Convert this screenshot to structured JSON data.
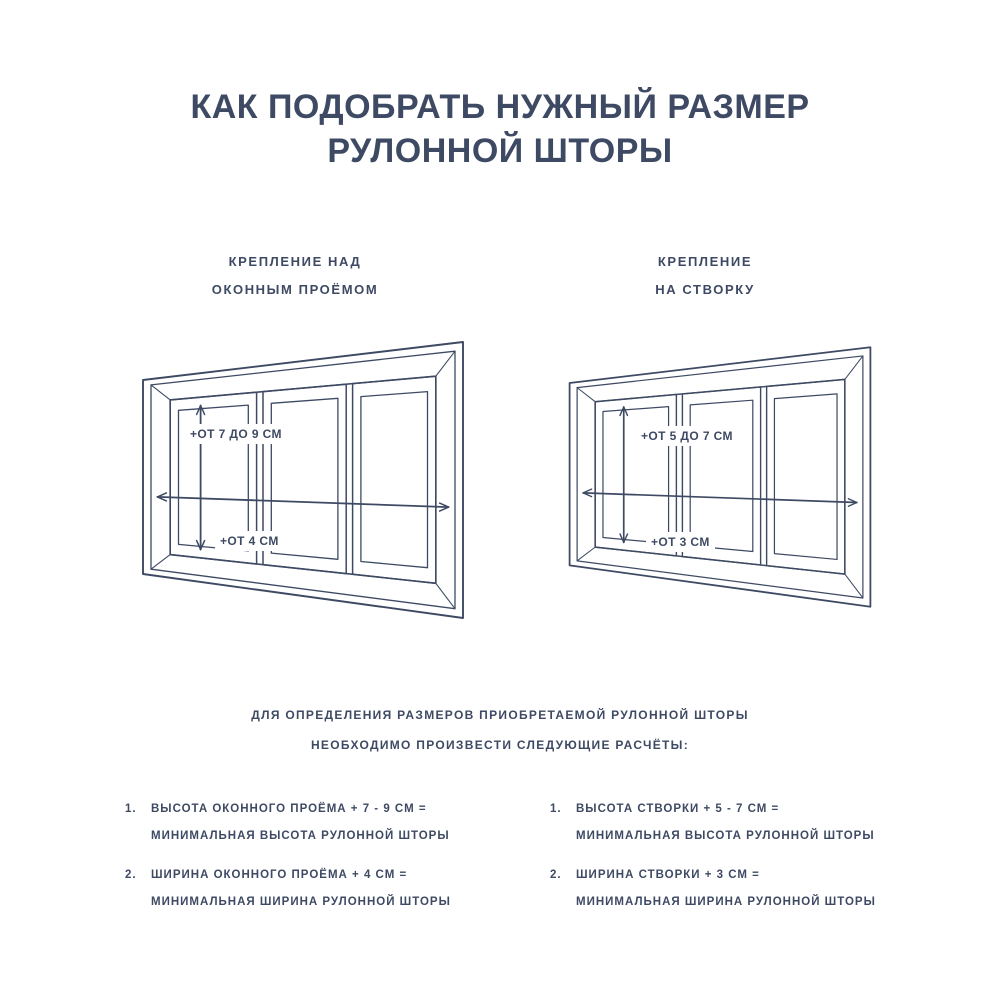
{
  "title": {
    "line1": "КАК ПОДОБРАТЬ НУЖНЫЙ РАЗМЕР",
    "line2": "РУЛОННОЙ ШТОРЫ"
  },
  "columns": {
    "left": {
      "heading_line1": "КРЕПЛЕНИЕ НАД",
      "heading_line2": "ОКОННЫМ ПРОЁМОМ",
      "height_label": "+ОТ 7 ДО 9 СМ",
      "width_label": "+ОТ 4 СМ"
    },
    "right": {
      "heading_line1": "КРЕПЛЕНИЕ",
      "heading_line2": "НА СТВОРКУ",
      "height_label": "+ОТ 5 ДО 7 СМ",
      "width_label": "+ОТ 3 СМ"
    }
  },
  "instructions": {
    "line1": "ДЛЯ ОПРЕДЕЛЕНИЯ РАЗМЕРОВ ПРИОБРЕТАЕМОЙ РУЛОННОЙ ШТОРЫ",
    "line2": "НЕОБХОДИМО ПРОИЗВЕСТИ СЛЕДУЮЩИЕ РАСЧЁТЫ:"
  },
  "calculations": {
    "left": [
      {
        "num": "1.",
        "line1": "ВЫСОТА ОКОННОГО ПРОЁМА + 7 - 9 СМ =",
        "line2": "МИНИМАЛЬНАЯ ВЫСОТА РУЛОННОЙ ШТОРЫ"
      },
      {
        "num": "2.",
        "line1": "ШИРИНА ОКОННОГО ПРОЁМА + 4 СМ =",
        "line2": "МИНИМАЛЬНАЯ ШИРИНА РУЛОННОЙ ШТОРЫ"
      }
    ],
    "right": [
      {
        "num": "1.",
        "line1": "ВЫСОТА СТВОРКИ + 5 - 7 СМ =",
        "line2": "МИНИМАЛЬНАЯ ВЫСОТА РУЛОННОЙ ШТОРЫ"
      },
      {
        "num": "2.",
        "line1": "ШИРИНА СТВОРКИ + 3 СМ =",
        "line2": "МИНИМАЛЬНАЯ ШИРИНА РУЛОННОЙ ШТОРЫ"
      }
    ]
  },
  "colors": {
    "ink": "#3e4a63",
    "background": "#ffffff"
  }
}
